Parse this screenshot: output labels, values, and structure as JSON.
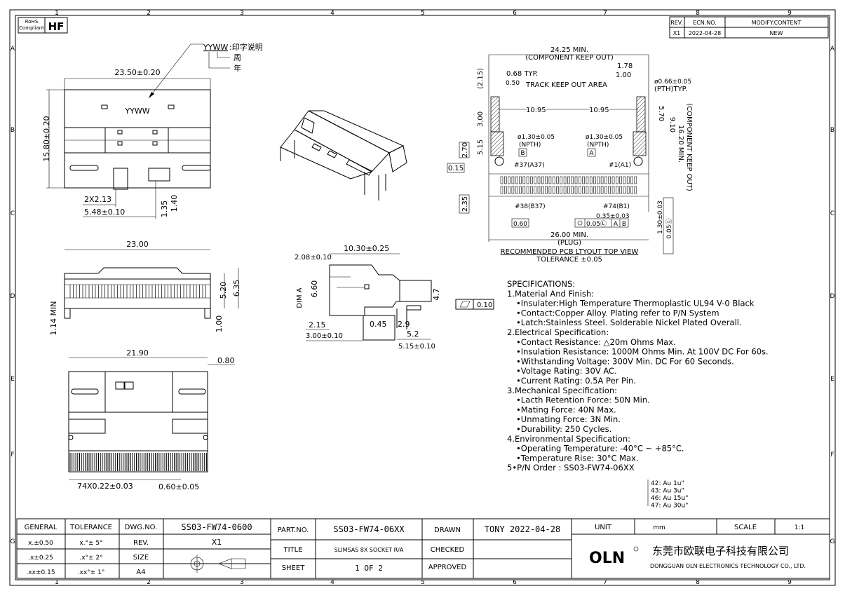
{
  "frame": {
    "columns": [
      "1",
      "2",
      "3",
      "4",
      "5",
      "6",
      "7",
      "8",
      "9"
    ],
    "rows": [
      "A",
      "B",
      "C",
      "D",
      "E",
      "F",
      "G"
    ]
  },
  "compliance": {
    "rohs": "RoHS",
    "compliant": "Compliant",
    "hf": "HF"
  },
  "revision_table": {
    "headers": {
      "rev": "REV.",
      "ecn": "ECN.NO.",
      "modify": "MODIFY.CONTENT"
    },
    "rows": [
      {
        "rev": "X1",
        "ecn": "2022-04-28",
        "modify": "NEW"
      }
    ]
  },
  "marking_note": {
    "code": "YYWW",
    "desc": ":印字说明",
    "week": "周",
    "year": "年"
  },
  "top_view": {
    "dims": {
      "width": "23.50±0.20",
      "height": "15.80±0.20",
      "pitch2": "2X2.13",
      "offset": "5.48±0.10",
      "d135": "1.35",
      "d140": "1.40"
    },
    "marking": "YYWW"
  },
  "front_view": {
    "dims": {
      "width": "23.00",
      "h520": "5.20",
      "h635": "6.35",
      "min114": "1.14 MIN",
      "d100": "1.00"
    }
  },
  "bottom_view": {
    "dims": {
      "width": "21.90",
      "d080": "0.80",
      "pitch": "74X0.22±0.03",
      "d060": "0.60±0.05"
    }
  },
  "side_view": {
    "dims": {
      "d208": "2.08±0.10",
      "d1030": "10.30±0.25",
      "dim_a": "DIM A",
      "d660": "6.60",
      "d47": "4.7",
      "d215": "2.15",
      "d045": "0.45",
      "d29": "2.9",
      "d52": "5.2",
      "d300": "3.00±0.10",
      "d515": "5.15±0.10"
    },
    "flatness": "0.10"
  },
  "pcb_layout": {
    "dims": {
      "keepout_w": "24.25 MIN.",
      "keepout_w_note": "(COMPONENT KEEP OUT)",
      "d068": "0.68 TYP.",
      "d050": "0.50",
      "track": "TRACK KEEP OUT AREA",
      "d178": "1.78",
      "d100": "1.00",
      "hole": "ø0.66±0.05",
      "pth": "(PTH)TYP.",
      "d1095a": "10.95",
      "d1095b": "10.95",
      "d570": "5.70",
      "d910": "9.10",
      "keepout_h": "16.20 MIN.",
      "keepout_h_note": "(COMPONENT KEEP OUT)",
      "d215": "(2.15)",
      "d300": "3.00",
      "d515": "5.15",
      "d270": "2.70",
      "d015": "0.15",
      "d235": "2.35",
      "npth_b": "ø1.30±0.05",
      "npth_b_note": "(NPTH)",
      "datum_b": "B",
      "npth_a": "ø1.30±0.05",
      "npth_a_note": "(NPTH)",
      "datum_a": "A",
      "pin37": "#37(A37)",
      "pin1": "#1(A1)",
      "pin38": "#38(B37)",
      "pin74": "#74(B1)",
      "d035": "0.35±0.03",
      "d060": "0.60",
      "pos_tol": "0.05Ⓛ",
      "ref_a": "A",
      "ref_b": "B",
      "d130": "1.30±0.03",
      "pos_tol2": "0.05Ⓛ",
      "plug": "26.00 MIN.",
      "plug_note": "(PLUG)"
    },
    "caption": "RECOMMENDED PCB LTYOUT TOP VIEW",
    "tolerance": "TOLERANCE ±0.05"
  },
  "specifications": [
    "SPECIFICATIONS:",
    "1.Material And Finish:",
    "•Insulater:High Temperature Thermoplastic UL94 V-0 Black",
    "•Contact:Copper Alloy. Plating refer to P/N System",
    "•Latch:Stainless Steel. Solderable Nickel Plated Overall.",
    "2.Electrical Specification:",
    "•Contact Resistance: △20m Ohms Max.",
    "•Insulation Resistance: 1000M Ohms Min. At 100V DC For 60s.",
    "•Withstanding Voltage: 300V Min. DC For 60 Seconds.",
    "•Voltage Rating: 30V AC.",
    "•Current Rating: 0.5A Per Pin.",
    "3.Mechanical Specification:",
    "•Lacth Retention Force: 50N Min.",
    "•Mating Force: 40N Max.",
    "•Unmating Force: 3N Min.",
    "•Durability: 250 Cycles.",
    "4.Environmental Specification:",
    "•Operating Temperature: -40°C ~ +85°C.",
    "•Temperature Rise: 30°C Max.",
    "5•P/N Order : SS03-FW74-06XX"
  ],
  "plating_options": [
    "42: Au 1u\"",
    "43: Au 3u\"",
    "46: Au 15u\"",
    "47: Au 30u\""
  ],
  "title_block": {
    "general": "GENERAL",
    "tolerance": "TOLERANCE",
    "dwg_no_label": "DWG.NO.",
    "dwg_no": "SS03-FW74-0600",
    "tol_rows": [
      {
        "a": "x.±0.50",
        "b": "x.°± 5°"
      },
      {
        "a": ".x±0.25",
        "b": ".x°± 2°"
      },
      {
        "a": ".xx±0.15",
        "b": ".xx°± 1°"
      }
    ],
    "rev_label": "REV.",
    "rev": "X1",
    "size_label": "SIZE",
    "size": "A4",
    "part_no_label": "PART.NO.",
    "part_no": "SS03-FW74-06XX",
    "title_label": "TITLE",
    "title": "SLIMSAS 8X SOCKET R/A",
    "sheet_label": "SHEET",
    "sheet": "1 OF 2",
    "drawn_label": "DRAWN",
    "drawn": "TONY 2022-04-28",
    "checked_label": "CHECKED",
    "approved_label": "APPROVED",
    "unit_label": "UNIT",
    "unit": "mm",
    "scale_label": "SCALE",
    "scale": "1:1",
    "logo": "OLN",
    "company_cn": "东莞市欧联电子科技有限公司",
    "company_en": "DONGGUAN OLN ELECTRONICS TECHNOLOGY CO., LTD."
  }
}
